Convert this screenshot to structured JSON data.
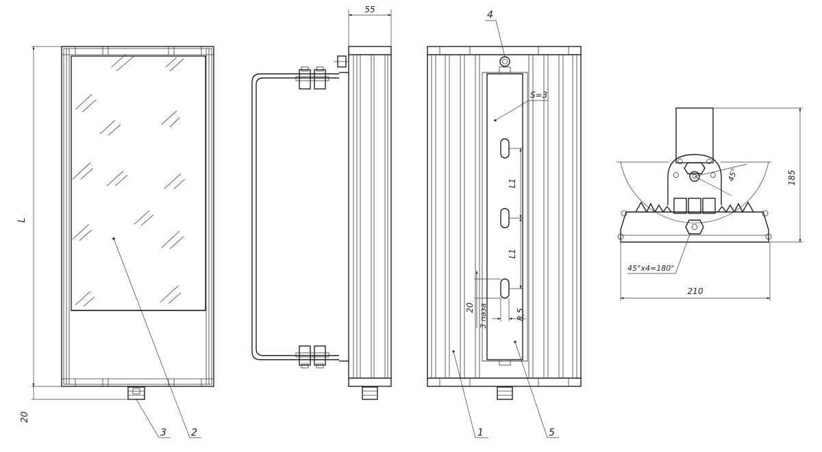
{
  "drawing": {
    "dimensions": {
      "length": "L",
      "bottom_offset": "20",
      "depth": "55",
      "hole_pitch_1": "L1",
      "hole_pitch_2": "L1",
      "slot_length": "20",
      "slot_count": "3 паза",
      "slot_width": "8,5",
      "plate_thickness": "S=3",
      "width": "210",
      "height": "185",
      "angle": "45°",
      "angle_range": "45°x4=180°"
    },
    "callouts": {
      "c1": "1",
      "c2": "2",
      "c3": "3",
      "c3b": "3",
      "c2b": "2",
      "c4": "4",
      "c5": "5"
    }
  }
}
